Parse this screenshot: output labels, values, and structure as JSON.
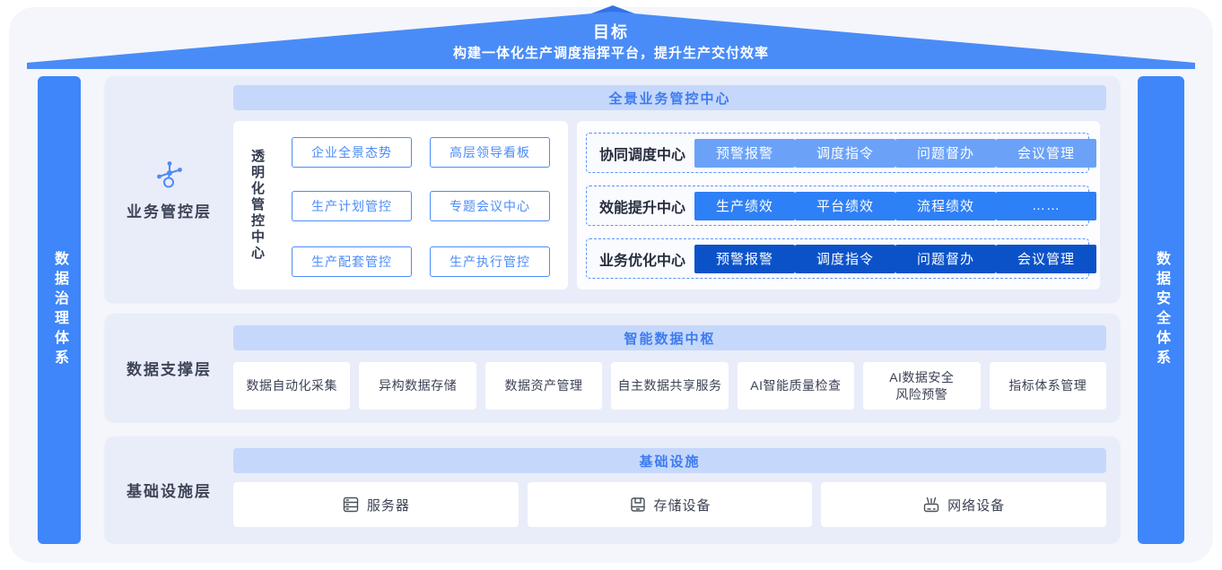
{
  "banner": {
    "title": "目标",
    "subtitle": "构建一体化生产调度指挥平台，提升生产交付效率"
  },
  "left_bar": {
    "label": "数据治理体系"
  },
  "right_bar": {
    "label": "数据安全体系"
  },
  "layers": [
    {
      "label": "业务管控层",
      "icon": "network-nodes-icon",
      "header": "全景业务管控中心",
      "transparent_center": {
        "label": "透明化管控中心",
        "buttons": [
          "企业全景态势",
          "高层领导看板",
          "生产计划管控",
          "专题会议中心",
          "生产配套管控",
          "生产执行管控"
        ]
      },
      "rows": [
        {
          "label": "协同调度中心",
          "button_color": "#6ba2f8",
          "buttons": [
            "预警报警",
            "调度指令",
            "问题督办",
            "会议管理"
          ]
        },
        {
          "label": "效能提升中心",
          "button_color": "#2e80f7",
          "buttons": [
            "生产绩效",
            "平台绩效",
            "流程绩效",
            "……"
          ]
        },
        {
          "label": "业务优化中心",
          "button_color": "#0b52c9",
          "buttons": [
            "预警报警",
            "调度指令",
            "问题督办",
            "会议管理"
          ]
        }
      ]
    },
    {
      "label": "数据支撑层",
      "header": "智能数据中枢",
      "cards": [
        "数据自动化采集",
        "异构数据存储",
        "数据资产管理",
        "自主数据共享服务",
        "AI智能质量检查",
        "AI数据安全\n风险预警",
        "指标体系管理"
      ]
    },
    {
      "label": "基础设施层",
      "header": "基础设施",
      "cards": [
        {
          "icon": "server-icon",
          "label": "服务器"
        },
        {
          "icon": "storage-icon",
          "label": "存储设备"
        },
        {
          "icon": "network-device-icon",
          "label": "网络设备"
        }
      ]
    }
  ],
  "colors": {
    "roof_front": "#4a8cf7",
    "roof_peak": "#3273e8",
    "side_bar": "#3e86fa",
    "panel_bg": "#e9edf9",
    "header_strip_bg": "#c5d8fb",
    "header_strip_text": "#3e7bf0",
    "outline_button": "#4c8cf8",
    "dashed_border": "#5b94f8",
    "row_button_light": "#6ba2f8",
    "row_button_medium": "#2e80f7",
    "row_button_dark": "#0b52c9"
  }
}
